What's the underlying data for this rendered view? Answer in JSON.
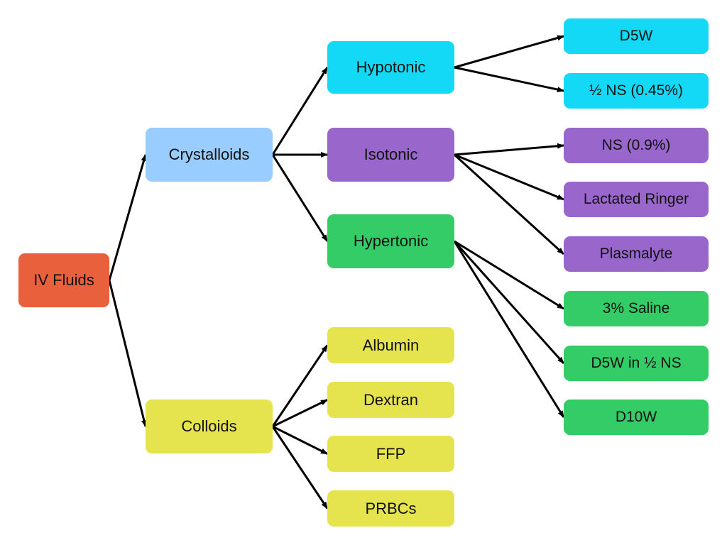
{
  "colors": {
    "root": "#E8603C",
    "crystalloids": "#99CCFF",
    "colloids": "#E5E44F",
    "hypotonic": "#13D9F6",
    "isotonic": "#9966CC",
    "hypertonic": "#33CC66",
    "edge": "#000000"
  },
  "nodes": {
    "iv_fluids": "IV Fluids",
    "crystalloids": "Crystalloids",
    "colloids": "Colloids",
    "hypotonic": "Hypotonic",
    "isotonic": "Isotonic",
    "hypertonic": "Hypertonic",
    "albumin": "Albumin",
    "dextran": "Dextran",
    "ffp": "FFP",
    "prbcs": "PRBCs",
    "d5w": "D5W",
    "half_ns": "½ NS (0.45%)",
    "ns": "NS (0.9%)",
    "lactated_ringer": "Lactated Ringer",
    "plasmalyte": "Plasmalyte",
    "saline_3": "3% Saline",
    "d5w_half_ns": "D5W in ½ NS",
    "d10w": "D10W"
  },
  "edges": [
    [
      "iv_fluids",
      "crystalloids"
    ],
    [
      "iv_fluids",
      "colloids"
    ],
    [
      "crystalloids",
      "hypotonic"
    ],
    [
      "crystalloids",
      "isotonic"
    ],
    [
      "crystalloids",
      "hypertonic"
    ],
    [
      "colloids",
      "albumin"
    ],
    [
      "colloids",
      "dextran"
    ],
    [
      "colloids",
      "ffp"
    ],
    [
      "colloids",
      "prbcs"
    ],
    [
      "hypotonic",
      "d5w"
    ],
    [
      "hypotonic",
      "half_ns"
    ],
    [
      "isotonic",
      "ns"
    ],
    [
      "isotonic",
      "lactated_ringer"
    ],
    [
      "isotonic",
      "plasmalyte"
    ],
    [
      "hypertonic",
      "saline_3"
    ],
    [
      "hypertonic",
      "d5w_half_ns"
    ],
    [
      "hypertonic",
      "d10w"
    ]
  ]
}
